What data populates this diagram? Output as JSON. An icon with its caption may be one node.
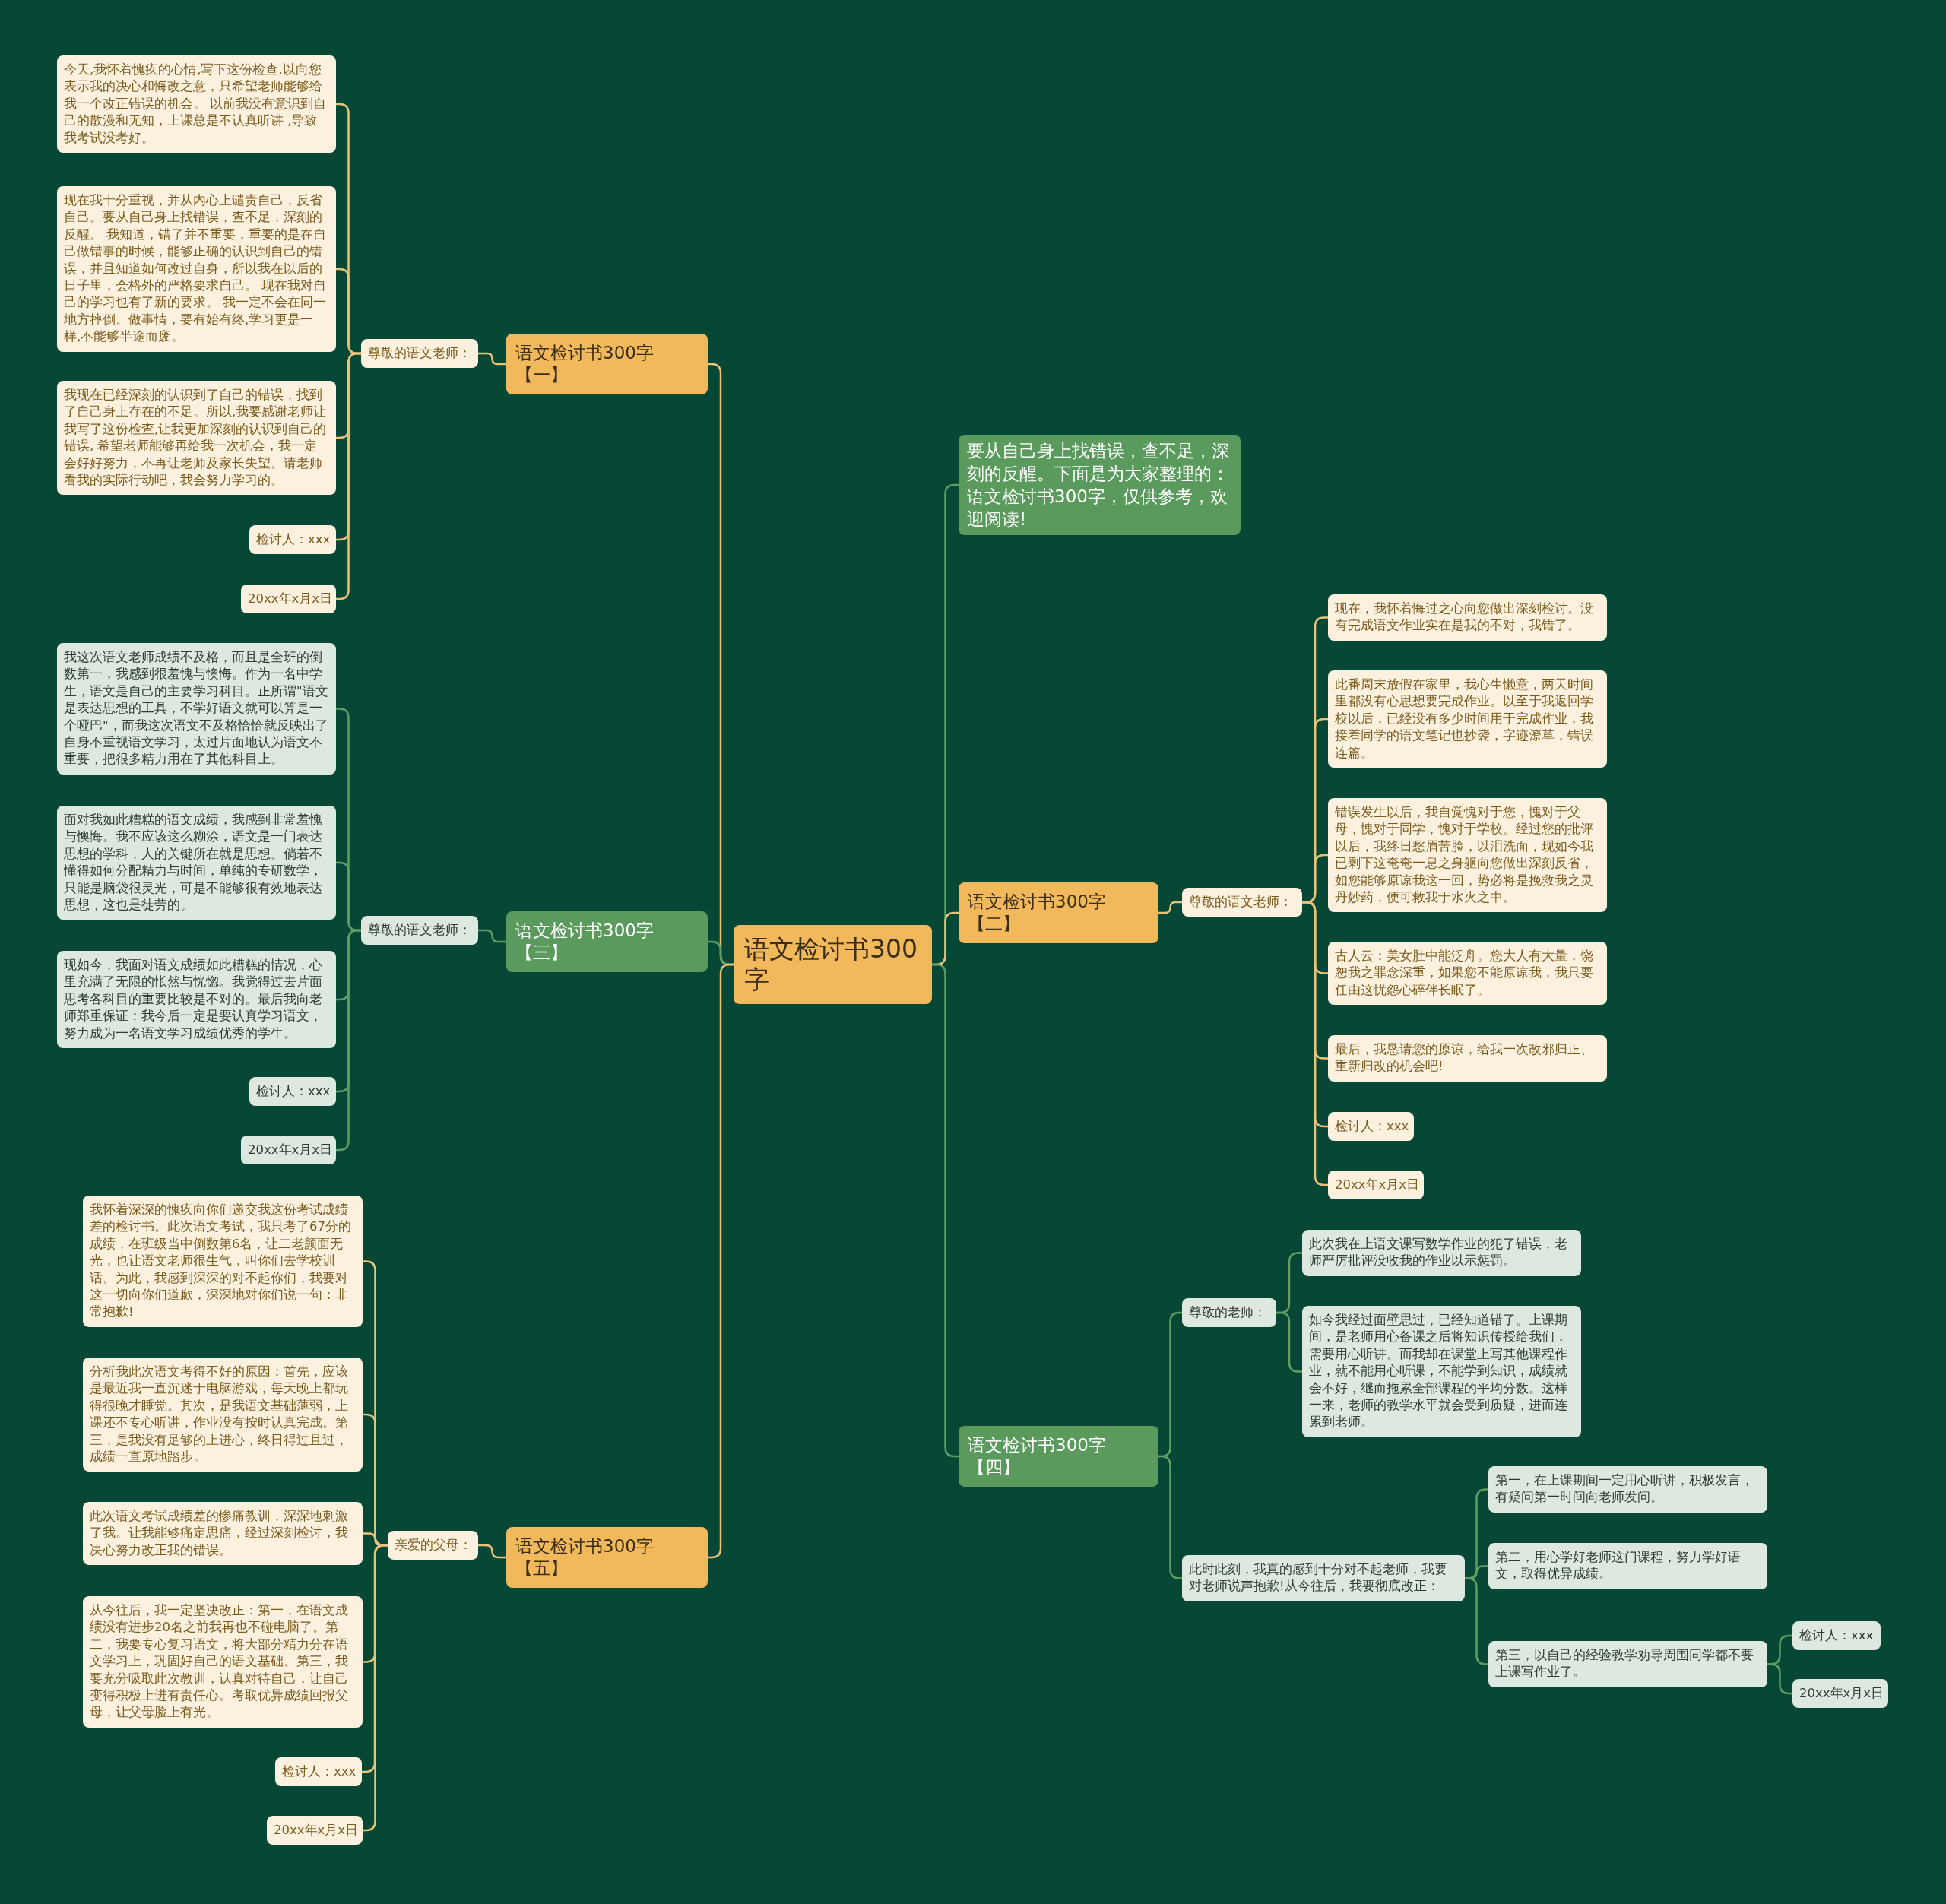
{
  "diagram": {
    "nodes": [
      {
        "text": [
          "语文检讨书300字"
        ]
      },
      {
        "text": [
          "要从自己身上找错误，查不足，深刻的反醒。下面是为大家整理的：语文检讨书300字，仅供参考，欢迎阅读!"
        ]
      },
      {
        "text": [
          "语文检讨书300字【一】"
        ]
      },
      {
        "text": [
          "尊敬的语文老师："
        ]
      },
      {
        "text": [
          "今天,我怀着愧疚的心情,写下这份检查.以向您表示我的决心和悔改之意，只希望老师能够给我一个改正错误的机会。 以前我没有意识到自己的散漫和无知，上课总是不认真听讲 ,导致我考试没考好。"
        ]
      },
      {
        "text": [
          "现在我十分重视，并从内心上谴责自己，反省自己。要从自己身上找错误，查不足，深刻的反醒。 我知道，错了并不重要，重要的是在自己做错事的时候，能够正确的认识到自己的错误，并且知道如何改过自身，所以我在以后的日子里，会格外的严格要求自己。 现在我对自己的学习也有了新的要求。 我一定不会在同一地方摔倒。做事情，要有始有终,学习更是一样,不能够半途而废。"
        ]
      },
      {
        "text": [
          "我现在已经深刻的认识到了自己的错误，找到了自己身上存在的不足。所以,我要感谢老师让我写了这份检查,让我更加深刻的认识到自己的错误, 希望老师能够再给我一次机会，我一定会好好努力，不再让老师及家长失望。请老师看我的实际行动吧，我会努力学习的。"
        ]
      },
      {
        "text": [
          "检讨人：xxx"
        ]
      },
      {
        "text": [
          "20xx年x月x日"
        ]
      },
      {
        "text": [
          "语文检讨书300字【二】"
        ]
      },
      {
        "text": [
          "尊敬的语文老师："
        ]
      },
      {
        "text": [
          "现在，我怀着悔过之心向您做出深刻检讨。没有完成语文作业实在是我的不对，我错了。"
        ]
      },
      {
        "text": [
          "此番周末放假在家里，我心生懒意，两天时间里都没有心思想要完成作业。以至于我返回学校以后，已经没有多少时间用于完成作业，我接着同学的语文笔记也抄袭，字迹潦草，错误连篇。"
        ]
      },
      {
        "text": [
          "错误发生以后，我自觉愧对于您，愧对于父母，愧对于同学，愧对于学校。经过您的批评以后，我终日愁眉苦脸，以泪洗面，现如今我已剩下这奄奄一息之身躯向您做出深刻反省，如您能够原谅我这一回，势必将是挽救我之灵丹妙药，便可救我于水火之中。"
        ]
      },
      {
        "text": [
          "古人云：美女肚中能泛舟。您大人有大量，饶恕我之罪念深重，如果您不能原谅我，我只要任由这忧怨心碎伴长眠了。"
        ]
      },
      {
        "text": [
          "最后，我恳请您的原谅，给我一次改邪归正、重新归改的机会吧!"
        ]
      },
      {
        "text": [
          "检讨人：xxx"
        ]
      },
      {
        "text": [
          "20xx年x月x日"
        ]
      },
      {
        "text": [
          "语文检讨书300字【三】"
        ]
      },
      {
        "text": [
          "尊敬的语文老师："
        ]
      },
      {
        "text": [
          "我这次语文老师成绩不及格，而且是全班的倒数第一，我感到很羞愧与懊悔。作为一名中学生，语文是自己的主要学习科目。正所谓\"语文是表达思想的工具，不学好语文就可以算是一个哑巴\"，而我这次语文不及格恰恰就反映出了自身不重视语文学习，太过片面地认为语文不重要，把很多精力用在了其他科目上。"
        ]
      },
      {
        "text": [
          "面对我如此糟糕的语文成绩，我感到非常羞愧与懊悔。我不应该这么糊涂，语文是一门表达思想的学科，人的关键所在就是思想。倘若不懂得如何分配精力与时间，单纯的专研数学，只能是脑袋很灵光，可是不能够很有效地表达思想，这也是徒劳的。"
        ]
      },
      {
        "text": [
          "现如今，我面对语文成绩如此糟糕的情况，心里充满了无限的怅然与恍惚。我觉得过去片面思考各科目的重要比较是不对的。最后我向老师郑重保证：我今后一定是要认真学习语文，努力成为一名语文学习成绩优秀的学生。"
        ]
      },
      {
        "text": [
          "检讨人：xxx"
        ]
      },
      {
        "text": [
          "20xx年x月x日"
        ]
      },
      {
        "text": [
          "语文检讨书300字【四】"
        ]
      },
      {
        "text": [
          "尊敬的老师："
        ]
      },
      {
        "text": [
          "此次我在上语文课写数学作业的犯了错误，老师严厉批评没收我的作业以示惩罚。"
        ]
      },
      {
        "text": [
          "如今我经过面壁思过，已经知道错了。上课期间，是老师用心备课之后将知识传授给我们，需要用心听讲。而我却在课堂上写其他课程作业，就不能用心听课，不能学到知识，成绩就会不好，继而拖累全部课程的平均分数。这样一来，老师的教学水平就会受到质疑，进而连累到老师。"
        ]
      },
      {
        "text": [
          "此时此刻，我真的感到十分对不起老师，我要对老师说声抱歉!从今往后，我要彻底改正："
        ]
      },
      {
        "text": [
          "第一，在上课期间一定用心听讲，积极发言，有疑问第一时间向老师发问。"
        ]
      },
      {
        "text": [
          "第二，用心学好老师这门课程，努力学好语文，取得优异成绩。"
        ]
      },
      {
        "text": [
          "第三，以自己的经验教学劝导周围同学都不要上课写作业了。"
        ]
      },
      {
        "text": [
          "检讨人：xxx"
        ]
      },
      {
        "text": [
          "20xx年x月x日"
        ]
      },
      {
        "text": [
          "语文检讨书300字【五】"
        ]
      },
      {
        "text": [
          "亲爱的父母："
        ]
      },
      {
        "text": [
          "我怀着深深的愧疚向你们递交我这份考试成绩差的检讨书。此次语文考试，我只考了67分的成绩，在班级当中倒数第6名，让二老颜面无光，也让语文老师很生气，叫你们去学校训话。为此，我感到深深的对不起你们，我要对这一切向你们道歉，深深地对你们说一句：非常抱歉!"
        ]
      },
      {
        "text": [
          "分析我此次语文考得不好的原因：首先，应该是最近我一直沉迷于电脑游戏，每天晚上都玩得很晚才睡觉。其次，是我语文基础薄弱，上课还不专心听讲，作业没有按时认真完成。第三，是我没有足够的上进心，终日得过且过，成绩一直原地踏步。"
        ]
      },
      {
        "text": [
          "此次语文考试成绩差的惨痛教训，深深地刺激了我。让我能够痛定思痛，经过深刻检讨，我决心努力改正我的错误。"
        ]
      },
      {
        "text": [
          "从今往后，我一定坚决改正：第一，在语文成绩没有进步20名之前我再也不碰电脑了。第二，我要专心复习语文，将大部分精力分在语文学习上，巩固好自己的语文基础。第三，我要充分吸取此次教训，认真对待自己，让自己变得积极上进有责任心。考取优异成绩回报父母，让父母脸上有光。"
        ]
      },
      {
        "text": [
          "检讨人：xxx"
        ]
      },
      {
        "text": [
          "20xx年x月x日"
        ]
      }
    ],
    "edges": [
      {
        "from": 0,
        "to": 1,
        "arrow": "none",
        "color": "#5e9e63"
      },
      {
        "from": 0,
        "to": 2,
        "arrow": "none"
      },
      {
        "from": 0,
        "to": 9,
        "arrow": "none"
      },
      {
        "from": 0,
        "to": 18,
        "arrow": "none",
        "color": "#5e9e63"
      },
      {
        "from": 0,
        "to": 25,
        "arrow": "none",
        "color": "#5e9e63"
      },
      {
        "from": 0,
        "to": 35,
        "arrow": "none"
      },
      {
        "from": 2,
        "to": 3,
        "arrow": "none"
      },
      {
        "from": 3,
        "to": 4,
        "arrow": "none"
      },
      {
        "from": 3,
        "to": 5,
        "arrow": "none"
      },
      {
        "from": 3,
        "to": 6,
        "arrow": "none"
      },
      {
        "from": 3,
        "to": 7,
        "arrow": "none"
      },
      {
        "from": 3,
        "to": 8,
        "arrow": "none"
      },
      {
        "from": 9,
        "to": 10,
        "arrow": "none"
      },
      {
        "from": 10,
        "to": 11,
        "arrow": "none"
      },
      {
        "from": 10,
        "to": 12,
        "arrow": "none"
      },
      {
        "from": 10,
        "to": 13,
        "arrow": "none"
      },
      {
        "from": 10,
        "to": 14,
        "arrow": "none"
      },
      {
        "from": 10,
        "to": 15,
        "arrow": "none"
      },
      {
        "from": 10,
        "to": 16,
        "arrow": "none"
      },
      {
        "from": 10,
        "to": 17,
        "arrow": "none"
      },
      {
        "from": 18,
        "to": 19,
        "arrow": "none",
        "color": "#5e9e63"
      },
      {
        "from": 19,
        "to": 20,
        "arrow": "none",
        "color": "#5e9e63"
      },
      {
        "from": 19,
        "to": 21,
        "arrow": "none",
        "color": "#5e9e63"
      },
      {
        "from": 19,
        "to": 22,
        "arrow": "none",
        "color": "#5e9e63"
      },
      {
        "from": 19,
        "to": 23,
        "arrow": "none",
        "color": "#5e9e63"
      },
      {
        "from": 19,
        "to": 24,
        "arrow": "none",
        "color": "#5e9e63"
      },
      {
        "from": 25,
        "to": 26,
        "arrow": "none",
        "color": "#5e9e63"
      },
      {
        "from": 25,
        "to": 29,
        "arrow": "none",
        "color": "#5e9e63"
      },
      {
        "from": 26,
        "to": 27,
        "arrow": "none",
        "color": "#5e9e63"
      },
      {
        "from": 26,
        "to": 28,
        "arrow": "none",
        "color": "#5e9e63"
      },
      {
        "from": 29,
        "to": 30,
        "arrow": "none",
        "color": "#5e9e63"
      },
      {
        "from": 29,
        "to": 31,
        "arrow": "none",
        "color": "#5e9e63"
      },
      {
        "from": 29,
        "to": 32,
        "arrow": "none",
        "color": "#5e9e63"
      },
      {
        "from": 32,
        "to": 33,
        "arrow": "none",
        "color": "#5e9e63"
      },
      {
        "from": 32,
        "to": 34,
        "arrow": "none",
        "color": "#5e9e63"
      },
      {
        "from": 35,
        "to": 36,
        "arrow": "none"
      },
      {
        "from": 36,
        "to": 37,
        "arrow": "none"
      },
      {
        "from": 36,
        "to": 38,
        "arrow": "none"
      },
      {
        "from": 36,
        "to": 39,
        "arrow": "none"
      },
      {
        "from": 36,
        "to": 40,
        "arrow": "none"
      },
      {
        "from": 36,
        "to": 41,
        "arrow": "none"
      },
      {
        "from": 36,
        "to": 42,
        "arrow": "none"
      }
    ]
  }
}
